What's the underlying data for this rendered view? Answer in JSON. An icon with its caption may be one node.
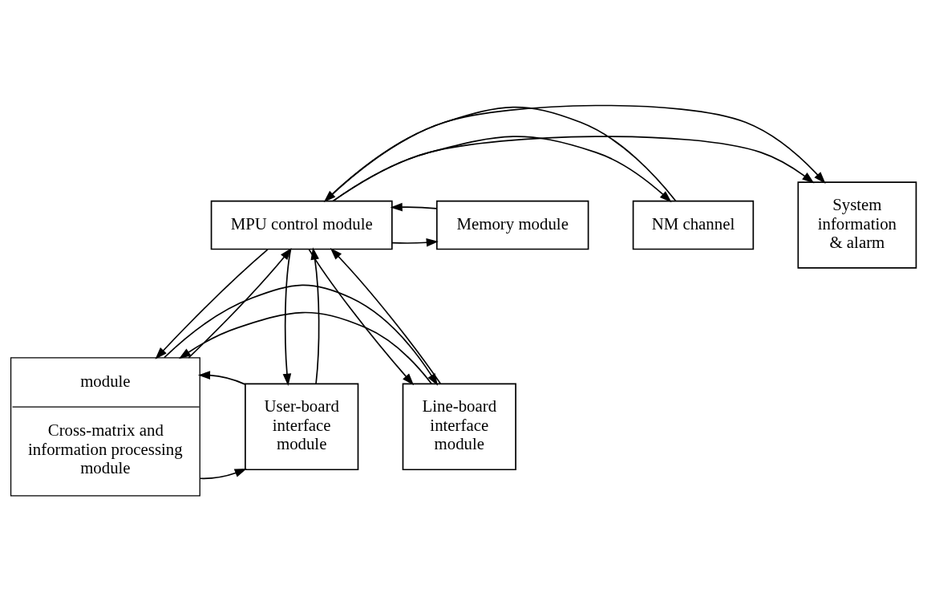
{
  "diagram": {
    "nodes": [
      {
        "text": [
          "System information & alarm"
        ]
      },
      {
        "text": [
          "MPU control module"
        ]
      },
      {
        "text": [
          "NM channel"
        ]
      },
      {
        "text": [
          "Memory module"
        ]
      },
      {
        "text": [
          "module",
          "Cross-matrix and information processing module"
        ]
      },
      {
        "text": [
          "Line-board interface module"
        ]
      },
      {
        "text": [
          "User-board interface module"
        ]
      }
    ],
    "edges": [
      {
        "from": 1,
        "to": 0,
        "arrow": "to"
      },
      {
        "from": 1,
        "to": 0,
        "arrow": "to"
      },
      {
        "from": 1,
        "to": 2,
        "arrow": "to"
      },
      {
        "from": 2,
        "to": 1,
        "arrow": "to"
      },
      {
        "from": 1,
        "to": 3,
        "arrow": "to"
      },
      {
        "from": 3,
        "to": 1,
        "arrow": "to"
      },
      {
        "from": 1,
        "to": 5,
        "arrow": "to"
      },
      {
        "from": 5,
        "to": 1,
        "arrow": "to"
      },
      {
        "from": 1,
        "to": 4,
        "arrow": "to"
      },
      {
        "from": 4,
        "to": 1,
        "arrow": "to"
      },
      {
        "from": 6,
        "to": 1,
        "arrow": "to"
      },
      {
        "from": 1,
        "to": 6,
        "arrow": "to"
      },
      {
        "from": 5,
        "to": 4,
        "arrow": "to"
      },
      {
        "from": 4,
        "to": 5,
        "arrow": "to"
      },
      {
        "from": 4,
        "to": 6,
        "arrow": "to"
      },
      {
        "from": 6,
        "to": 4,
        "arrow": "to"
      }
    ]
  }
}
